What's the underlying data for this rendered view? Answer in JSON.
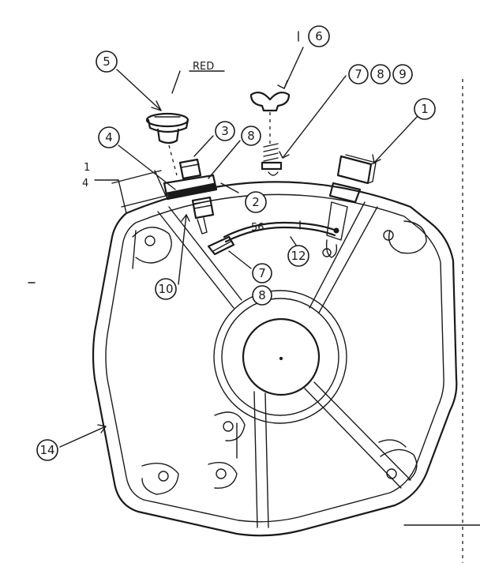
{
  "callouts": {
    "c1": "1",
    "c2": "2",
    "c3": "3",
    "c4": "4",
    "c5": "5",
    "c6": "6",
    "c7a": "7",
    "c8a": "8",
    "c9": "9",
    "c8b": "8",
    "c7b": "7",
    "c8c": "8",
    "c10": "10",
    "c12": "12",
    "c14": "14"
  },
  "labels": {
    "wire_color": "RED",
    "dimension_numerator": "1",
    "dimension_denominator": "4",
    "wire_gauge": "56"
  }
}
